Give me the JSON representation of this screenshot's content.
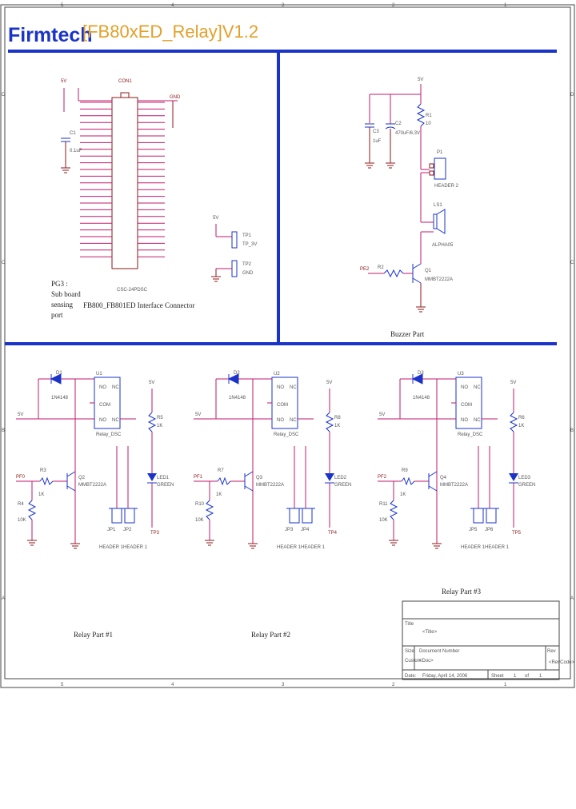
{
  "header": {
    "brand": "Firmtech",
    "title": "[FB80xED_Relay]V1.2"
  },
  "connector": {
    "ref": "CON1",
    "part": "CSC-24PDSC",
    "capacitor_ref": "C1",
    "capacitor_value": "0.1uF",
    "note_lines": [
      "PG3 :",
      "Sub board",
      "sensing",
      "port"
    ],
    "caption": "FB800_FB801ED Interface Connector",
    "tp1": "TP1",
    "tp1_label": "TP_3V",
    "tp2": "TP2",
    "tp2_label": "GND",
    "gnd_label": "GND",
    "vcc_label": "5V"
  },
  "buzzer": {
    "caption": "Buzzer Part",
    "r1": "R1",
    "r1_value": "10",
    "c2": "C2",
    "c2_value": "470uF/6.3V",
    "c3": "C3",
    "c3_value": "1uF",
    "p1": "P1",
    "p1_part": "HEADER 2",
    "buzzer_ref": "LS1",
    "buzzer_part": "ALPHA05",
    "transistor_ref": "Q1",
    "transistor_part": "MMBT2222A",
    "r2": "R2",
    "net": "PE2",
    "supply": "5V"
  },
  "relays": [
    {
      "caption": "Relay Part #1",
      "diode_ref": "D1",
      "diode_part": "1N4148",
      "relay_ref": "U1",
      "relay_part": "Relay_DSC",
      "no": "NO",
      "nc": "NC",
      "com": "COM",
      "transistor_ref": "Q2",
      "transistor_part": "MMBT2222A",
      "rb": "R3",
      "rb_value": "1K",
      "rpd": "R4",
      "rpd_value": "10K",
      "led_ref": "LED1",
      "led_part": "GREEN",
      "rled": "R5",
      "rled_value": "1K",
      "header1": "JP1",
      "header2": "JP2",
      "header_part": "HEADER 1",
      "net": "PF0",
      "supply": "5V",
      "testpoint": "TP3"
    },
    {
      "caption": "Relay Part #2",
      "diode_ref": "D2",
      "diode_part": "1N4148",
      "relay_ref": "U2",
      "relay_part": "Relay_DSC",
      "no": "NO",
      "nc": "NC",
      "com": "COM",
      "transistor_ref": "Q3",
      "transistor_part": "MMBT2222A",
      "rb": "R7",
      "rb_value": "1K",
      "rpd": "R10",
      "rpd_value": "10K",
      "led_ref": "LED2",
      "led_part": "GREEN",
      "rled": "R8",
      "rled_value": "1K",
      "header1": "JP3",
      "header2": "JP4",
      "header_part": "HEADER 1",
      "net": "PF1",
      "supply": "5V",
      "testpoint": "TP4"
    },
    {
      "caption": "Relay Part #3",
      "diode_ref": "D3",
      "diode_part": "1N4148",
      "relay_ref": "U3",
      "relay_part": "Relay_DSC",
      "no": "NO",
      "nc": "NC",
      "com": "COM",
      "transistor_ref": "Q4",
      "transistor_part": "MMBT2222A",
      "rb": "R9",
      "rb_value": "1K",
      "rpd": "R11",
      "rpd_value": "10K",
      "led_ref": "LED3",
      "led_part": "GREEN",
      "rled": "R6",
      "rled_value": "1K",
      "header1": "JP5",
      "header2": "JP6",
      "header_part": "HEADER 1",
      "net": "PF2",
      "supply": "5V",
      "testpoint": "TP5"
    }
  ],
  "titleblock": {
    "title_label": "Title",
    "title_value": "<Title>",
    "size_label": "Size",
    "size_value": "Custom",
    "docnum_label": "Document Number",
    "docnum_value": "<Doc>",
    "rev_label": "Rev",
    "rev_value": "<RevCode>",
    "date_label": "Date:",
    "date_value": "Friday, April 14, 2006",
    "sheet_label": "Sheet",
    "sheet_value": "1",
    "of_label": "of",
    "of_value": "1"
  },
  "frame": {
    "col_markers": [
      "5",
      "4",
      "3",
      "2",
      "1"
    ],
    "row_markers": [
      "D",
      "C",
      "B",
      "A"
    ]
  }
}
